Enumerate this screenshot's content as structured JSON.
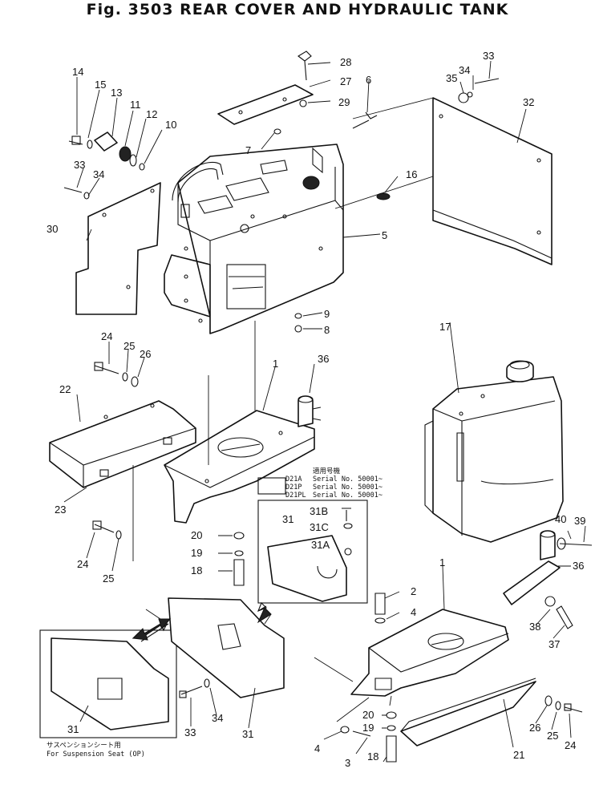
{
  "title": "Fig. 3503 REAR COVER AND HYDRAULIC TANK",
  "labels": [
    {
      "key": "n14",
      "text": "14"
    },
    {
      "key": "n15",
      "text": "15"
    },
    {
      "key": "n13",
      "text": "13"
    },
    {
      "key": "n11",
      "text": "11"
    },
    {
      "key": "n12",
      "text": "12"
    },
    {
      "key": "n10",
      "text": "10"
    },
    {
      "key": "n33a",
      "text": "33"
    },
    {
      "key": "n34a",
      "text": "34"
    },
    {
      "key": "n30",
      "text": "30"
    },
    {
      "key": "n28",
      "text": "28"
    },
    {
      "key": "n27",
      "text": "27"
    },
    {
      "key": "n29",
      "text": "29"
    },
    {
      "key": "n6",
      "text": "6"
    },
    {
      "key": "n7",
      "text": "7"
    },
    {
      "key": "n16",
      "text": "16"
    },
    {
      "key": "n5",
      "text": "5"
    },
    {
      "key": "n9",
      "text": "9"
    },
    {
      "key": "n8",
      "text": "8"
    },
    {
      "key": "n35",
      "text": "35"
    },
    {
      "key": "n34b",
      "text": "34"
    },
    {
      "key": "n33b",
      "text": "33"
    },
    {
      "key": "n32",
      "text": "32"
    },
    {
      "key": "n24a",
      "text": "24"
    },
    {
      "key": "n25a",
      "text": "25"
    },
    {
      "key": "n26a",
      "text": "26"
    },
    {
      "key": "n22",
      "text": "22"
    },
    {
      "key": "n36a",
      "text": "36"
    },
    {
      "key": "n1a",
      "text": "1"
    },
    {
      "key": "n17",
      "text": "17"
    },
    {
      "key": "n23",
      "text": "23"
    },
    {
      "key": "n24b",
      "text": "24"
    },
    {
      "key": "n25b",
      "text": "25"
    },
    {
      "key": "n20a",
      "text": "20"
    },
    {
      "key": "n19a",
      "text": "19"
    },
    {
      "key": "n18a",
      "text": "18"
    },
    {
      "key": "n31a",
      "text": "31"
    },
    {
      "key": "n31b1",
      "text": "31B"
    },
    {
      "key": "n31c",
      "text": "31C"
    },
    {
      "key": "n31a1",
      "text": "31A"
    },
    {
      "key": "n40",
      "text": "40"
    },
    {
      "key": "n39",
      "text": "39"
    },
    {
      "key": "n36b",
      "text": "36"
    },
    {
      "key": "n1b",
      "text": "1"
    },
    {
      "key": "n2",
      "text": "2"
    },
    {
      "key": "n4a",
      "text": "4"
    },
    {
      "key": "n38",
      "text": "38"
    },
    {
      "key": "n37",
      "text": "37"
    },
    {
      "key": "n31b",
      "text": "31"
    },
    {
      "key": "n33c",
      "text": "33"
    },
    {
      "key": "n34c",
      "text": "34"
    },
    {
      "key": "n31c2",
      "text": "31"
    },
    {
      "key": "n26b",
      "text": "26"
    },
    {
      "key": "n25c",
      "text": "25"
    },
    {
      "key": "n24c",
      "text": "24"
    },
    {
      "key": "n20b",
      "text": "20"
    },
    {
      "key": "n19b",
      "text": "19"
    },
    {
      "key": "n4b",
      "text": "4"
    },
    {
      "key": "n3",
      "text": "3"
    },
    {
      "key": "n18b",
      "text": "18"
    },
    {
      "key": "n21",
      "text": "21"
    }
  ],
  "serial_note": {
    "heading": "適用号機",
    "rows": [
      {
        "model": "D21A",
        "text": "Serial No. 50001~"
      },
      {
        "model": "D21P",
        "text": "Serial No. 50001~"
      },
      {
        "model": "D21PL",
        "text": "Serial No. 50001~"
      }
    ]
  },
  "option_note": {
    "jp": "サスペンションシート用",
    "en": "For Suspension Seat (OP)"
  }
}
